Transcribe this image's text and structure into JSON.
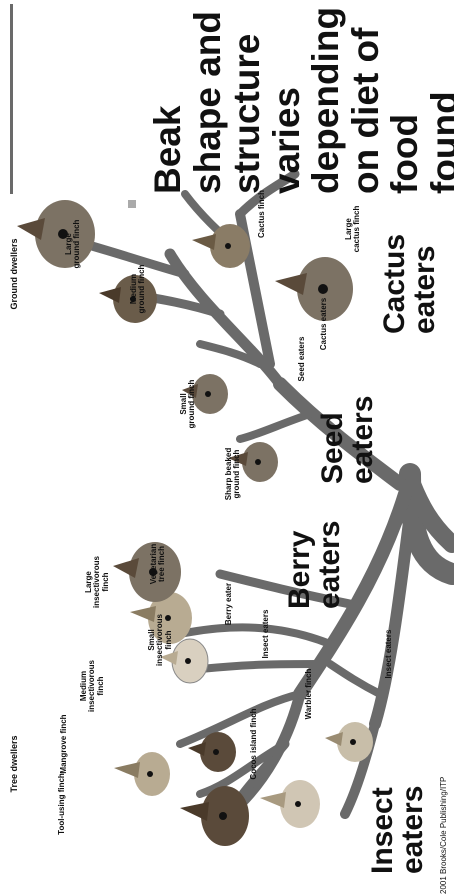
{
  "sections": {
    "tree_dwellers": "Tree dwellers",
    "ground_dwellers": "Ground dwellers"
  },
  "finches": {
    "tool_using": "Tool-using finch",
    "mangrove": "Mangrove finch",
    "medium_insectivorous": "Medium\ninsectivorous\nfinch",
    "large_insectivorous": "Large\ninsectivorous\nfinch",
    "small_insectivorous": "Small\ninsectivorous\nfinch",
    "vegetarian_tree": "Vegetarian\ntree finch",
    "cocos_island": "Cocos island finch",
    "warbler": "Warbler finch",
    "sharp_beaked": "Sharp beaked\nground finch",
    "small_ground": "Small\nground finch",
    "medium_ground": "Medium\nground finch",
    "large_ground": "Large\nground finch",
    "cactus": "Cactus finch",
    "large_cactus": "Large\ncactus finch"
  },
  "branch_labels": {
    "berry_eater": "Berry eater",
    "insect_eaters_1": "Insect eaters",
    "insect_eaters_2": "Insect eaters",
    "seed_eaters": "Seed eaters",
    "cactus_eaters": "Cactus eaters"
  },
  "overlay": {
    "insect": "Insect\neaters",
    "berry": "Berry\neaters",
    "seed": "Seed\neaters",
    "cactus": "Cactus\neaters",
    "beak": "Beak\nshape and\nstructure\nvaries\ndepending\non diet of\nfood found\non island"
  },
  "credit": "2001 Brooks/Cole Publishing/ITP",
  "colors": {
    "branch": "#6a6a6a",
    "bird_dark": "#5a4a3a",
    "bird_medium": "#7c7264",
    "bird_light": "#b8ab92",
    "text": "#111111"
  }
}
